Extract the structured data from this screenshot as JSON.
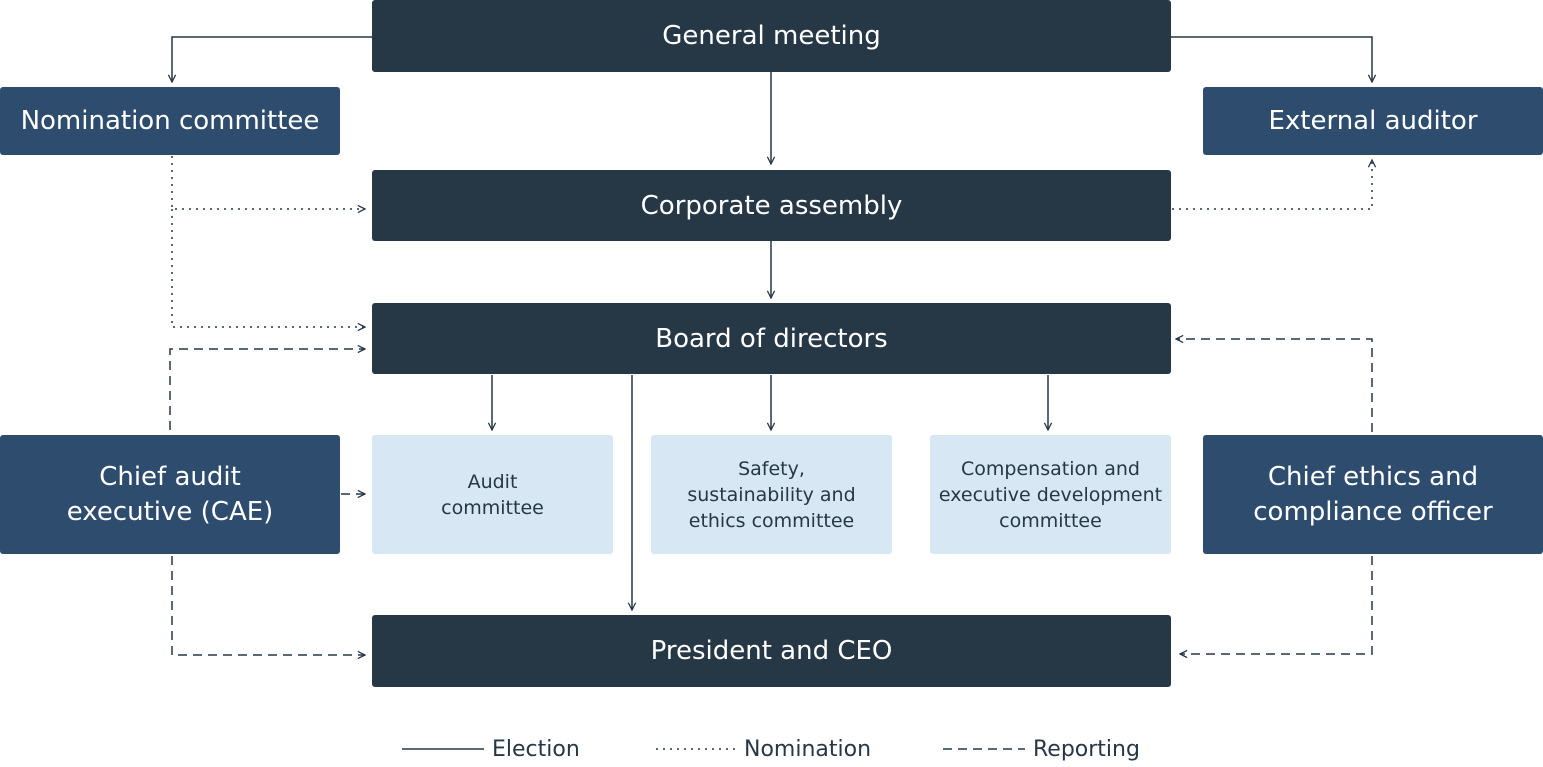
{
  "boxes": {
    "general_meeting": "General meeting",
    "nomination_committee": "Nomination committee",
    "external_auditor": "External auditor",
    "corporate_assembly": "Corporate assembly",
    "board_of_directors": "Board of directors",
    "chief_audit_executive": [
      "Chief audit",
      "executive (CAE)"
    ],
    "audit_committee": [
      "Audit",
      "committee"
    ],
    "safety_committee": [
      "Safety,",
      "sustainability and",
      "ethics committee"
    ],
    "compensation_committee": [
      "Compensation and",
      "executive development",
      "committee"
    ],
    "chief_ethics_officer": [
      "Chief ethics and",
      "compliance officer"
    ],
    "president_ceo": "President and CEO"
  },
  "legend": {
    "election": "Election",
    "nomination": "Nomination",
    "reporting": "Reporting"
  },
  "colors": {
    "dark_box": "#263746",
    "mid_box": "#2e4d6e",
    "light_box": "#d7e8f4",
    "line": "#263746"
  }
}
